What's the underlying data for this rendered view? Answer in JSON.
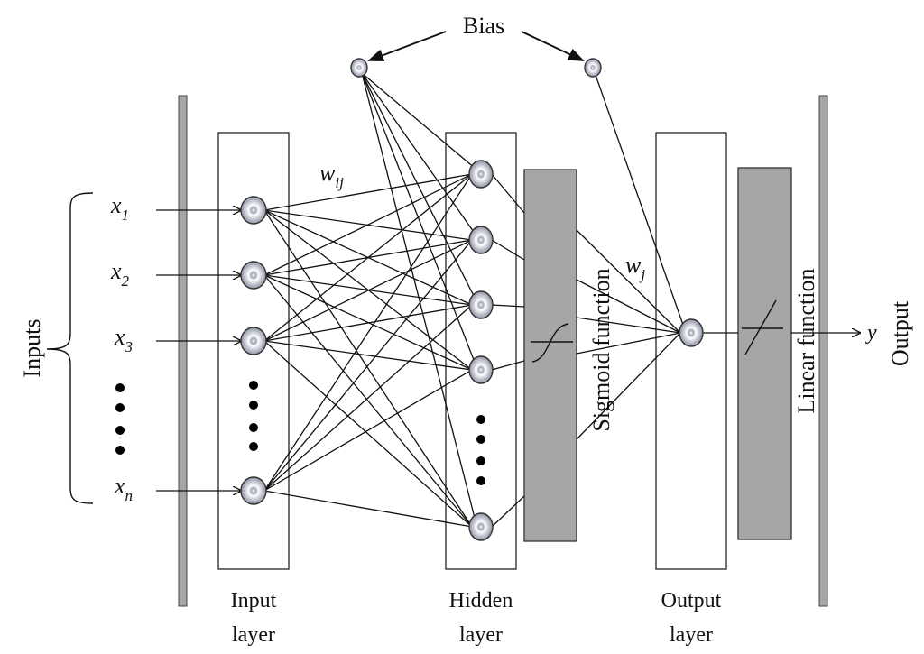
{
  "diagram": {
    "type": "neural-network-architecture",
    "bias_label": "Bias",
    "inputs_label": "Inputs",
    "output_label": "Output",
    "input_symbols": [
      {
        "base": "x",
        "sub": "1"
      },
      {
        "base": "x",
        "sub": "2"
      },
      {
        "base": "x",
        "sub": "3"
      },
      {
        "base": "x",
        "sub": "n"
      }
    ],
    "output_symbol": "y",
    "weight_labels": {
      "input_hidden": {
        "base": "w",
        "sub": "ij"
      },
      "hidden_output": {
        "base": "w",
        "sub": "j"
      }
    },
    "activation_labels": {
      "hidden": "Sigmoid function",
      "output": "Linear function"
    },
    "layers": [
      {
        "name": "input",
        "label_line1": "Input",
        "label_line2": "layer",
        "visible_nodes": 4,
        "ellipsis_dots": 4
      },
      {
        "name": "hidden",
        "label_line1": "Hidden",
        "label_line2": "layer",
        "visible_nodes": 5,
        "ellipsis_dots": 4
      },
      {
        "name": "output",
        "label_line1": "Output",
        "label_line2": "layer",
        "visible_nodes": 1,
        "ellipsis_dots": 0
      }
    ],
    "bias_nodes": 2,
    "colors": {
      "node_fill": "#b9bcc8",
      "activation_box": "#a6a6a6",
      "line": "#111111"
    }
  }
}
